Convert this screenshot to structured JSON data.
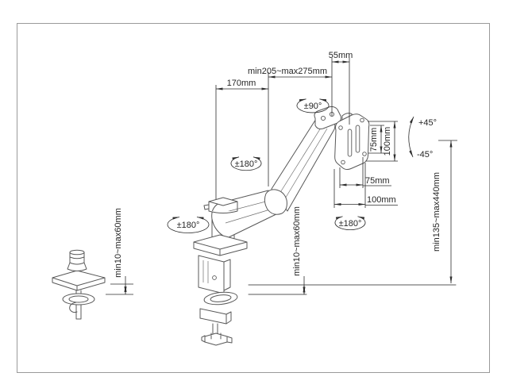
{
  "figure": {
    "description": "Technical line drawing of a gas-spring desk monitor arm with clamp and grommet bases, annotated with dimensions and rotation ranges",
    "colors": {
      "background": "#ffffff",
      "border": "#9a9a9a",
      "drawing_lines": "#585858",
      "dimension_lines": "#2e2e2e",
      "text": "#252525"
    }
  },
  "labels": {
    "arm_first_length": "170mm",
    "arm_reach_range": "min205~max275mm",
    "head_offset": "55mm",
    "head_swivel": "±90°",
    "mid_joint_rotation": "±180°",
    "base_rotation": "±180°",
    "vesa_rotation": "±180°",
    "vesa_vertical_75": "75mm",
    "vesa_vertical_100": "100mm",
    "vesa_horizontal_75": "75mm",
    "vesa_horizontal_100": "100mm",
    "tilt_up": "+45°",
    "tilt_down": "-45°",
    "height_range": "min135~max440mm",
    "clamp_thickness_range": "min10~max60mm",
    "grommet_thickness_range": "min10~max60mm"
  }
}
